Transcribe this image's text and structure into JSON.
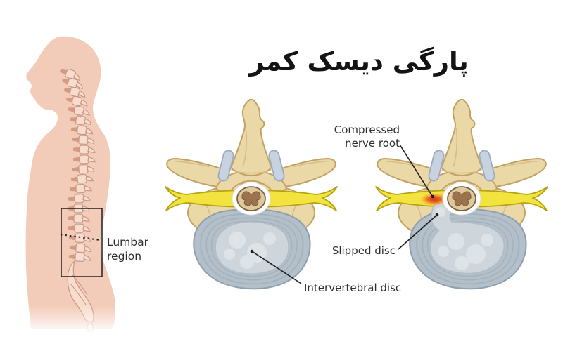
{
  "title": "پارگی دیسک کمر",
  "body_panel": {
    "lumbar_label": "Lumbar region"
  },
  "diagram": {
    "labels": {
      "compressed_nerve_root": "Compressed nerve root",
      "slipped_disc": "Slipped disc",
      "intervertebral_disc": "Intervertebral disc"
    }
  },
  "colors": {
    "background": "#FFFFFF",
    "skin": "#F3CBB9",
    "spine_outline": "#C79884",
    "spine_fill": "#F8DCCD",
    "spine_disc_wedge": "#D49B80",
    "bone_fill": "#EBD8A7",
    "bone_outline": "#C2A163",
    "facet_fill": "#C9D3E0",
    "disc_annulus": "#B3BFC9",
    "disc_nucleus": "#CED6DC",
    "nerve_yellow": "#F2E33E",
    "nerve_outline": "#B4A312",
    "cord_fill": "#DEC89E",
    "cord_gray_matter": "#9B744E",
    "compression_red": "#D93311",
    "compression_orange": "#F5A43C",
    "label_text": "#2E2E2E",
    "title_text": "#141414",
    "annotation_line": "#1F1F1F"
  }
}
